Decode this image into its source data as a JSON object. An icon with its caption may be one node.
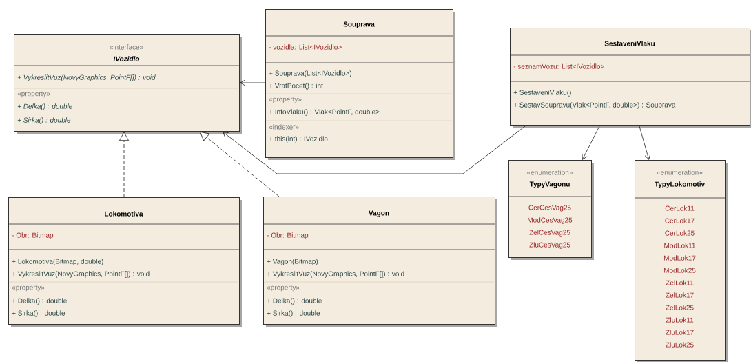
{
  "diagram": {
    "nodes": [
      {
        "text": [
          "«interface»",
          "IVozidlo",
          "+ VykreslitVuz(NovyGraphics, PointF[]) : void",
          "«property»",
          "+ Delka() : double",
          "+ Sirka() : double"
        ]
      },
      {
        "text": [
          "Souprava",
          "- vozidla: List<IVozidlo>",
          "+ Souprava(List<IVozidlo>)",
          "+ VratPocet() : int",
          "«property»",
          "+ InfoVlaku() : Vlak<PointF, double>",
          "«indexer»",
          "+ this(int) : IVozidlo"
        ]
      },
      {
        "text": [
          "SestaveniVlaku",
          "- seznamVozu: List<IVozidlo>",
          "+ SestaveniVlaku()",
          "+ SestavSoupravu(Vlak<PointF, double>) : Souprava"
        ]
      },
      {
        "text": [
          "«enumeration»",
          "TypyVagonu",
          "CerCesVag25",
          "ModCesVag25",
          "ZelCesVag25",
          "ZluCesVag25"
        ]
      },
      {
        "text": [
          "«enumeration»",
          "TypyLokomotiv",
          "CerLok11",
          "CerLok17",
          "CerLok25",
          "ModLok11",
          "ModLok17",
          "ModLok25",
          "ZelLok11",
          "ZelLok17",
          "ZelLok25",
          "ZluLok11",
          "ZluLok17",
          "ZluLok25"
        ]
      },
      {
        "text": [
          "Lokomotiva",
          "- Obr: Bitmap",
          "+ Lokomotiva(Bitmap, double)",
          "+ VykreslitVuz(NovyGraphics, PointF[]) : void",
          "«property»",
          "+ Delka() : double",
          "+ Sirka() : double"
        ]
      },
      {
        "text": [
          "Vagon",
          "- Obr: Bitmap",
          "+ Vagon(Bitmap)",
          "+ VykreslitVuz(NovyGraphics, PointF[]) : void",
          "«property»",
          "+ Delka() : double",
          "+ Sirka() : double"
        ]
      }
    ],
    "edges": [
      {
        "from": 1,
        "to": 0,
        "arrow": "to"
      },
      {
        "from": 2,
        "to": 0,
        "arrow": "to"
      },
      {
        "from": 2,
        "to": 3,
        "arrow": "to"
      },
      {
        "from": 2,
        "to": 4,
        "arrow": "to"
      },
      {
        "from": 5,
        "to": 0,
        "arrow": "to",
        "style": "dashed"
      },
      {
        "from": 6,
        "to": 0,
        "arrow": "to",
        "style": "dashed"
      }
    ]
  }
}
